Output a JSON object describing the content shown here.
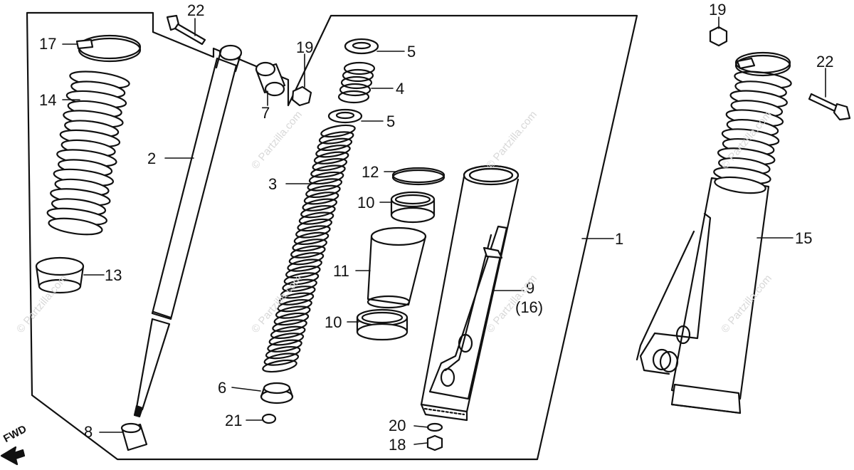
{
  "watermark": "© Partzilla.com",
  "fwd_label": "FWD",
  "parts": {
    "p1": "1",
    "p2": "2",
    "p3": "3",
    "p4": "4",
    "p5a": "5",
    "p5b": "5",
    "p6": "6",
    "p7": "7",
    "p8": "8",
    "p9": "9",
    "p9_alt": "(16)",
    "p10a": "10",
    "p10b": "10",
    "p11": "11",
    "p12": "12",
    "p13": "13",
    "p14": "14",
    "p15": "15",
    "p17": "17",
    "p18": "18",
    "p19a": "19",
    "p19b": "19",
    "p20": "20",
    "p21": "21",
    "p22a": "22",
    "p22b": "22"
  }
}
